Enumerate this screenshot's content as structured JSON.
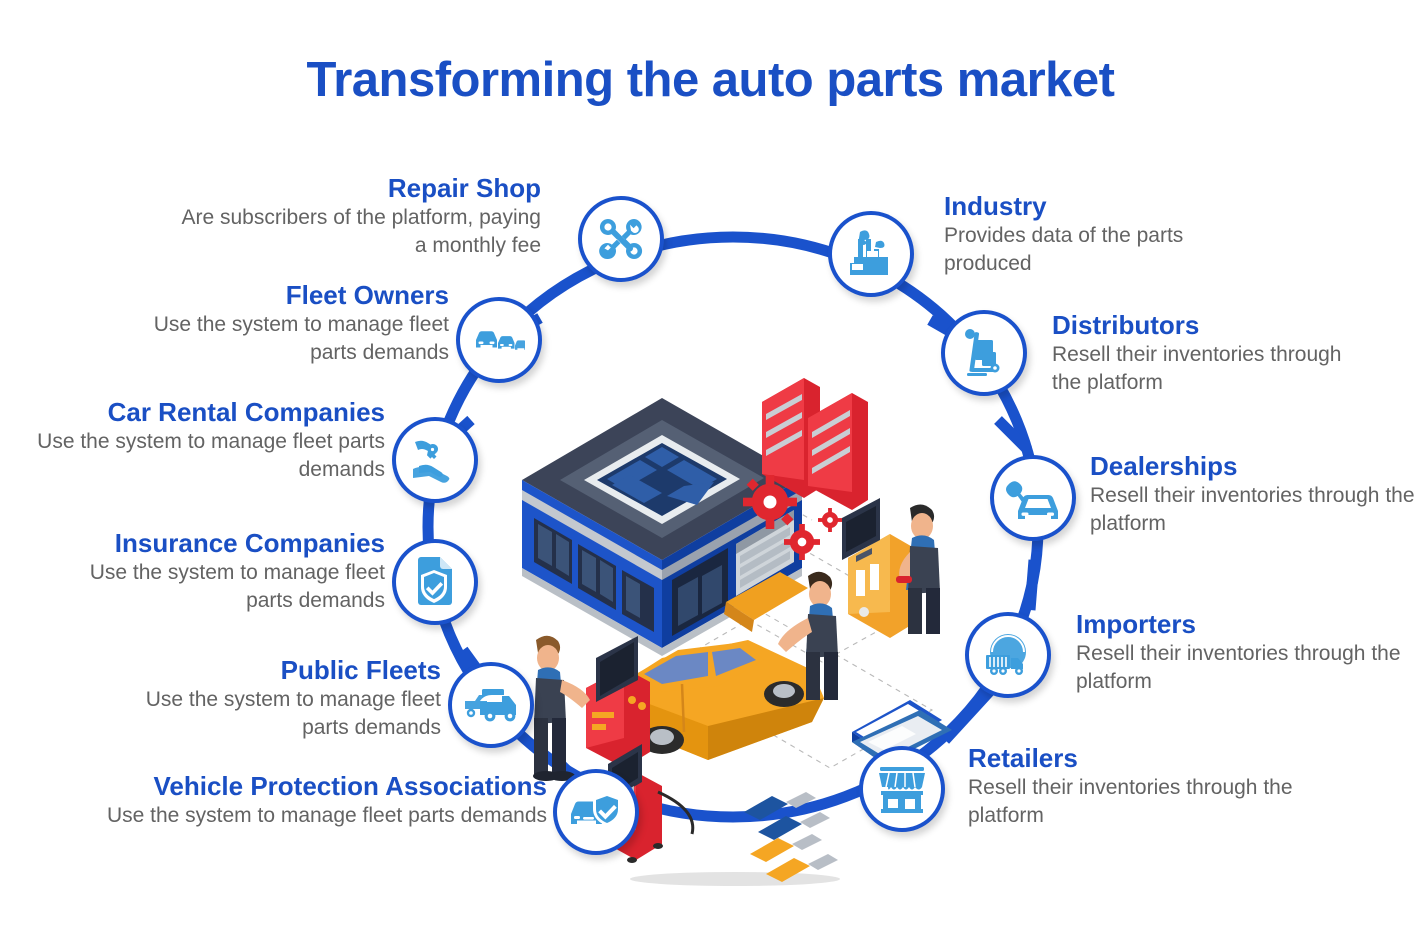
{
  "page": {
    "title": "Transforming the auto parts market",
    "background": "#ffffff",
    "colors": {
      "title_blue": "#1a4fc4",
      "ring_blue": "#1a52cc",
      "icon_blue": "#3d9edd",
      "body_gray": "#636363"
    }
  },
  "nodes": [
    {
      "id": "repair-shop",
      "title": "Repair Shop",
      "desc": "Are subscribers of the platform, paying a monthly fee",
      "icon": "crossed-wrenches-icon",
      "side": "left"
    },
    {
      "id": "fleet-owners",
      "title": "Fleet Owners",
      "desc": "Use the system to manage fleet parts demands",
      "icon": "three-cars-icon",
      "side": "left"
    },
    {
      "id": "car-rental-companies",
      "title": "Car Rental Companies",
      "desc": "Use the system to manage fleet parts demands",
      "icon": "key-handoff-icon",
      "side": "left"
    },
    {
      "id": "insurance-companies",
      "title": "Insurance Companies",
      "desc": "Use the system to manage fleet parts demands",
      "icon": "document-shield-icon",
      "side": "left"
    },
    {
      "id": "public-fleets",
      "title": "Public Fleets",
      "desc": "Use the system to manage fleet parts demands",
      "icon": "trucks-icon",
      "side": "left"
    },
    {
      "id": "vehicle-protection-associations",
      "title": "Vehicle Protection Associations",
      "desc": "Use the system to manage fleet parts demands",
      "icon": "car-shield-icon",
      "side": "left"
    },
    {
      "id": "industry",
      "title": "Industry",
      "desc": "Provides data of the parts produced",
      "icon": "factory-icon",
      "side": "right"
    },
    {
      "id": "distributors",
      "title": "Distributors",
      "desc": "Resell their inventories through the platform",
      "icon": "hand-truck-icon",
      "side": "right"
    },
    {
      "id": "dealerships",
      "title": "Dealerships",
      "desc": "Resell their inventories through the platform",
      "icon": "car-key-icon",
      "side": "right"
    },
    {
      "id": "importers",
      "title": "Importers",
      "desc": "Resell their inventories through the platform",
      "icon": "truck-globe-icon",
      "side": "right"
    },
    {
      "id": "retailers",
      "title": "Retailers",
      "desc": "Resell their inventories through the platform",
      "icon": "storefront-icon",
      "side": "right"
    }
  ],
  "center_illustration": {
    "name": "isometric-auto-repair-shop",
    "elements": [
      "repair-shop-building",
      "orange-car-open-hood",
      "mechanic-at-diagnostic-machine",
      "mechanic-at-car",
      "mechanic-at-computer-desk",
      "red-parts-shelving",
      "red-gears",
      "laptop",
      "hand-tools",
      "red-tool-cabinet"
    ]
  }
}
